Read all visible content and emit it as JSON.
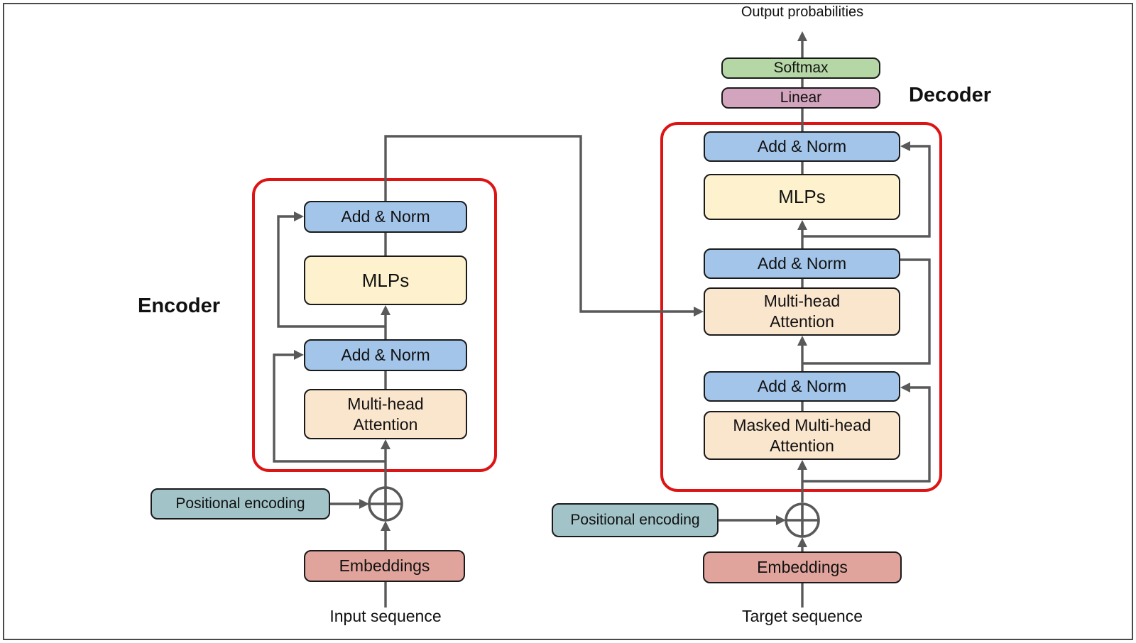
{
  "output_probabilities": "Output probabilities",
  "head": {
    "softmax": "Softmax",
    "linear": "Linear"
  },
  "encoder": {
    "label": "Encoder",
    "add_norm_top": "Add & Norm",
    "mlps": "MLPs",
    "add_norm_bottom": "Add & Norm",
    "attention": "Multi-head Attention",
    "positional_encoding": "Positional encoding",
    "embeddings": "Embeddings",
    "sequence_label": "Input sequence"
  },
  "decoder": {
    "label": "Decoder",
    "add_norm_top": "Add & Norm",
    "mlps": "MLPs",
    "add_norm_mid": "Add & Norm",
    "cross_attention": "Multi-head Attention",
    "add_norm_bottom": "Add & Norm",
    "masked_attention": "Masked Multi-head Attention",
    "positional_encoding": "Positional encoding",
    "embeddings": "Embeddings",
    "sequence_label": "Target sequence"
  },
  "palette": {
    "add_norm_blue": "#a3c5ea",
    "mlp_yellow": "#fdf2cd",
    "attention_peach": "#fae5cd",
    "softmax_green": "#b5d7a6",
    "linear_mauve": "#d3a4bd",
    "positional_teal": "#a2c4c9",
    "embeddings_rose": "#e0a49c",
    "region_border_red": "#dd1414",
    "connector_gray": "#595959",
    "block_border": "#1a1a1a"
  }
}
